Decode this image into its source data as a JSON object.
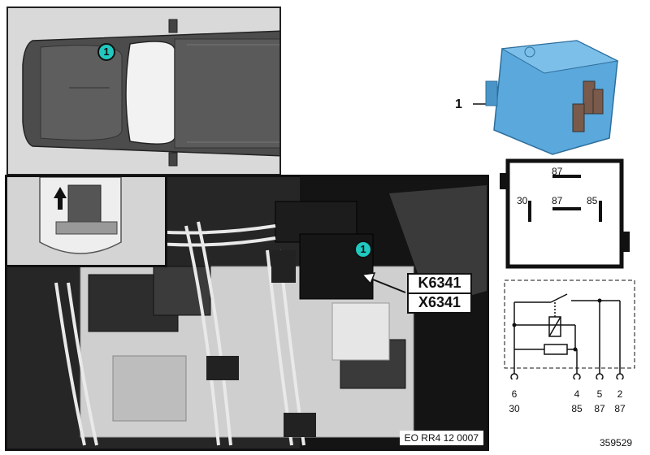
{
  "car_view": {
    "callout_number": "1"
  },
  "photo": {
    "callout_number": "1",
    "connector_labels": [
      "K6341",
      "X6341"
    ],
    "caption": "EO RR4 12 0007"
  },
  "relay": {
    "part_callout": "1",
    "pin_face_labels": {
      "top": "87",
      "left": "30",
      "center": "87",
      "right": "85"
    },
    "schematic_pins": [
      {
        "terminal": "6",
        "function": "30"
      },
      {
        "terminal": "4",
        "function": "85"
      },
      {
        "terminal": "5",
        "function": "87"
      },
      {
        "terminal": "2",
        "function": "87"
      }
    ]
  },
  "figure_id": "359529",
  "colors": {
    "callout_fill": "#21c8c0",
    "relay_blue": "#5aa8dc"
  }
}
